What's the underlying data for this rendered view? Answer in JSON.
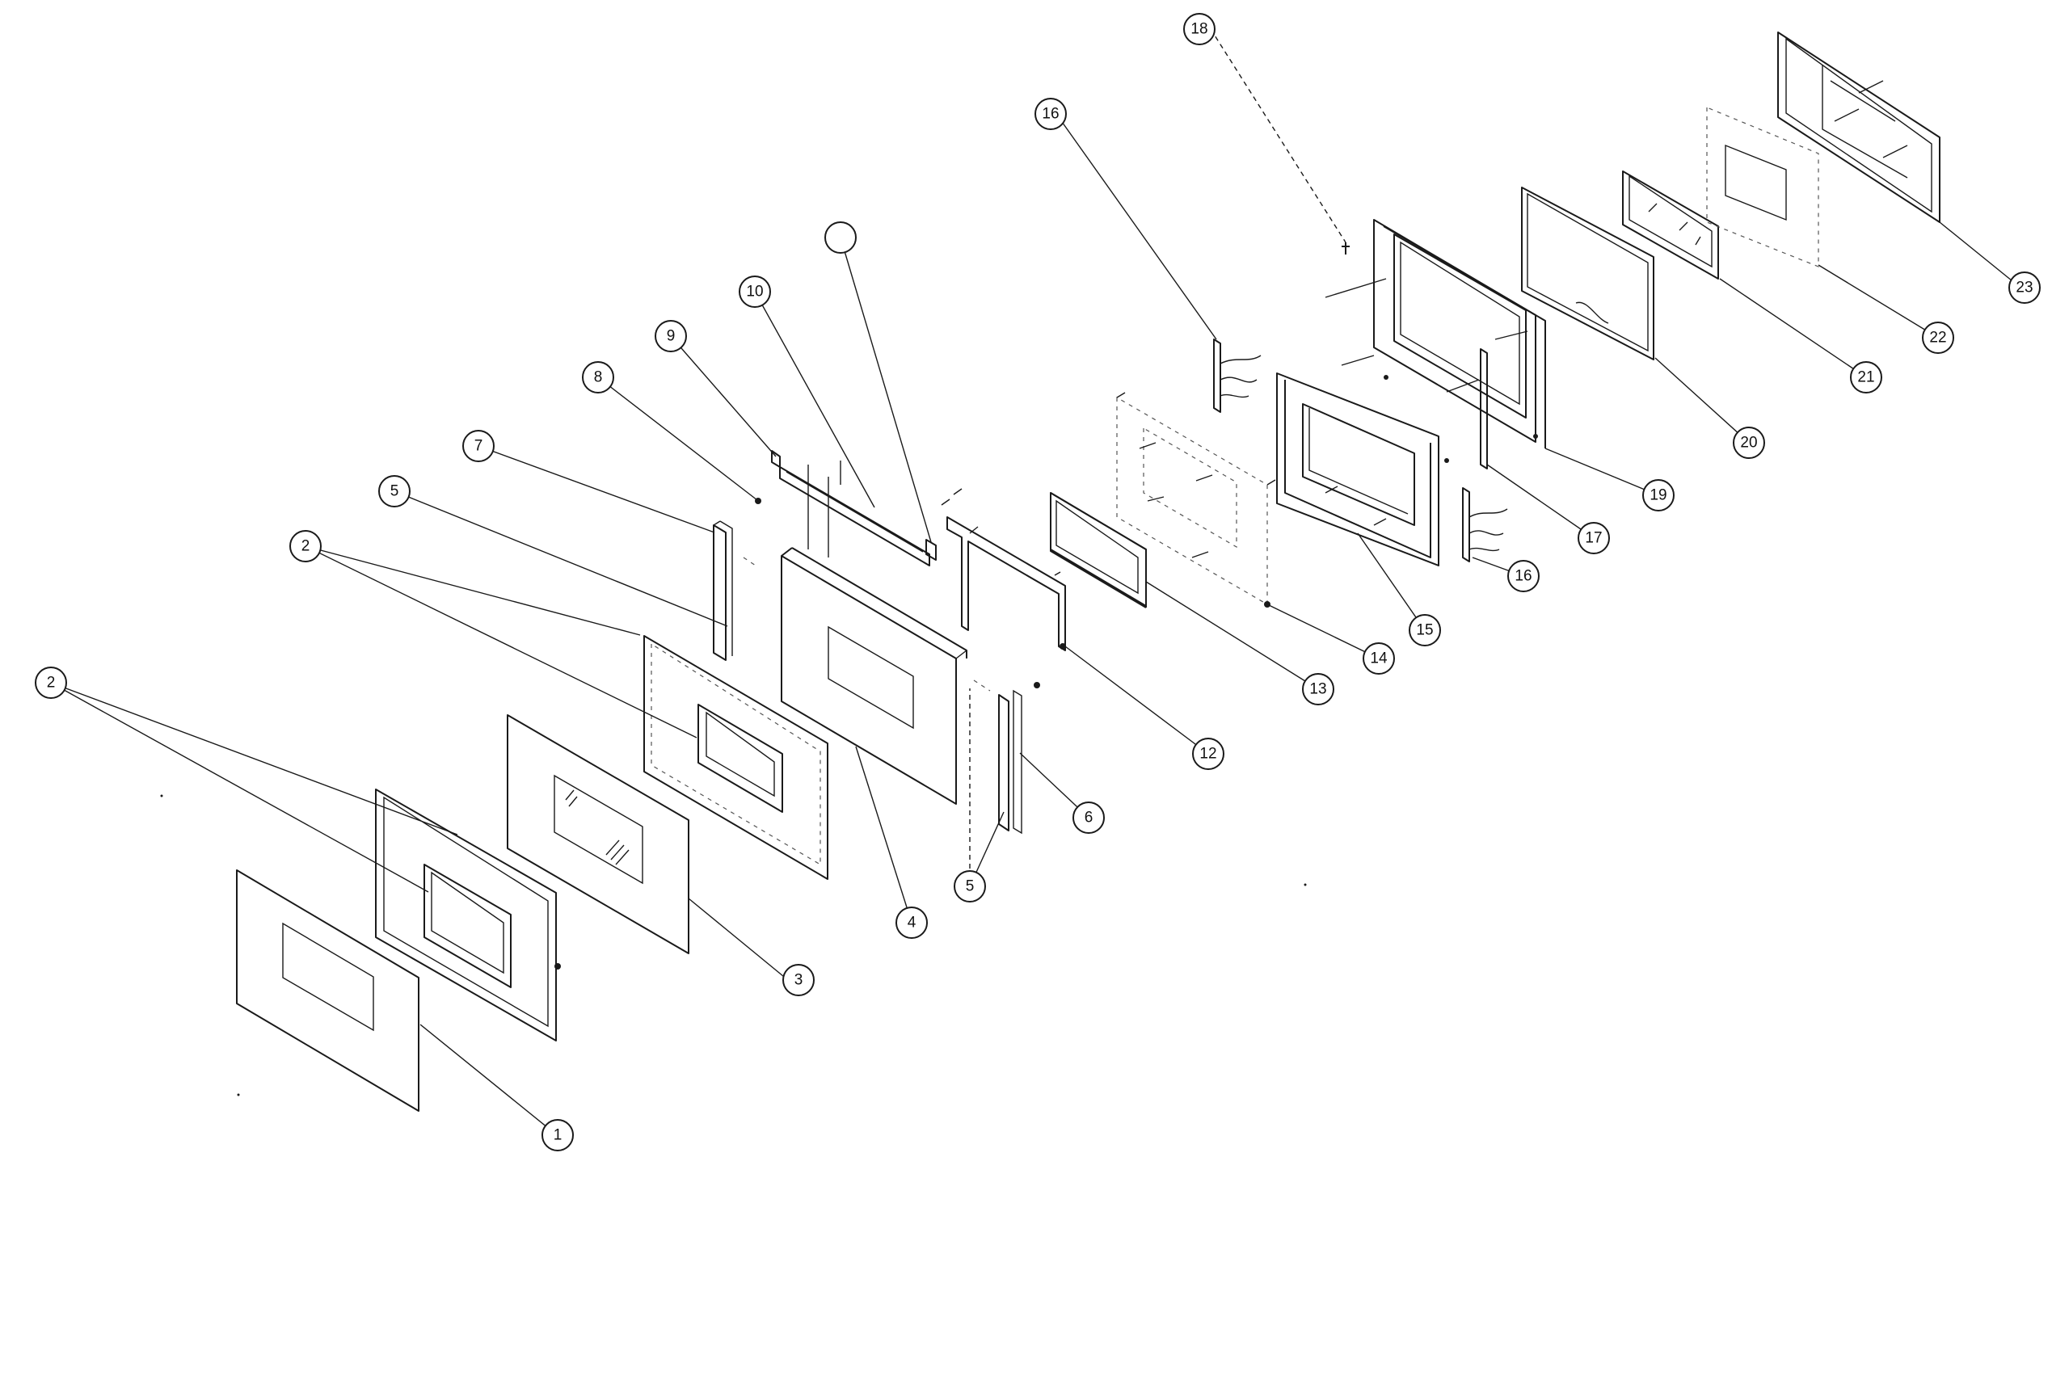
{
  "callouts": [
    {
      "id": "c1",
      "label": "1"
    },
    {
      "id": "c2a",
      "label": "2"
    },
    {
      "id": "c2b",
      "label": "2"
    },
    {
      "id": "c3",
      "label": "3"
    },
    {
      "id": "c4",
      "label": "4"
    },
    {
      "id": "c5a",
      "label": "5"
    },
    {
      "id": "c5b",
      "label": "5"
    },
    {
      "id": "c6",
      "label": "6"
    },
    {
      "id": "c7",
      "label": "7"
    },
    {
      "id": "c8",
      "label": "8"
    },
    {
      "id": "c9",
      "label": "9"
    },
    {
      "id": "c10",
      "label": "10"
    },
    {
      "id": "c11",
      "label": ""
    },
    {
      "id": "c12",
      "label": "12"
    },
    {
      "id": "c13",
      "label": "13"
    },
    {
      "id": "c14",
      "label": "14"
    },
    {
      "id": "c15",
      "label": "15"
    },
    {
      "id": "c16a",
      "label": "16"
    },
    {
      "id": "c16b",
      "label": "16"
    },
    {
      "id": "c17",
      "label": "17"
    },
    {
      "id": "c18",
      "label": "18"
    },
    {
      "id": "c19",
      "label": "19"
    },
    {
      "id": "c20",
      "label": "20"
    },
    {
      "id": "c21",
      "label": "21"
    },
    {
      "id": "c22",
      "label": "22"
    },
    {
      "id": "c23",
      "label": "23"
    }
  ]
}
